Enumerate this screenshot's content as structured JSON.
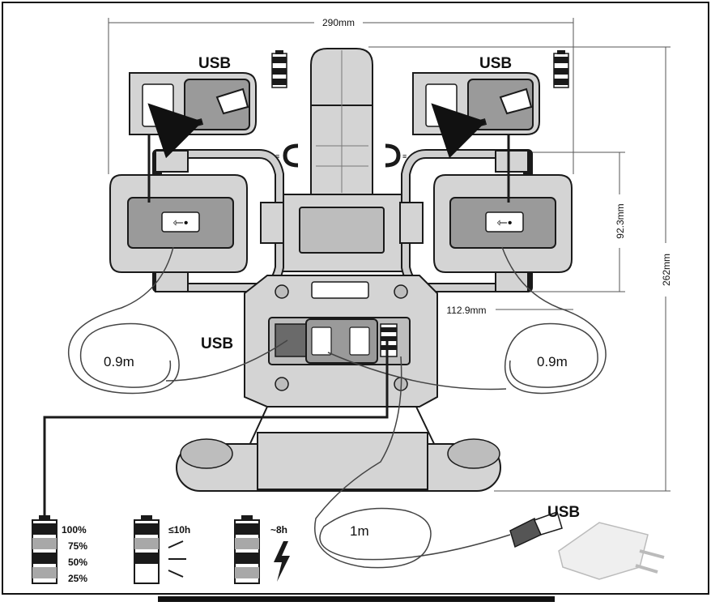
{
  "dimensions": {
    "width_top": "290mm",
    "height_right": "262mm",
    "height_side": "92.3mm",
    "width_side": "112.9mm"
  },
  "labels": {
    "usb_top_left": "USB",
    "usb_top_right": "USB",
    "usb_hub": "USB",
    "usb_charger": "USB"
  },
  "cables": {
    "left": "0.9m",
    "right": "0.9m",
    "main": "1m"
  },
  "battery_levels": [
    "100%",
    "75%",
    "50%",
    "25%"
  ],
  "runtime": {
    "work": "≤10h",
    "charge": "~8h"
  },
  "colors": {
    "housing": "#d4d4d4",
    "housing_dark": "#9a9a9a",
    "outline": "#1a1a1a",
    "battery_gray": "#a8a8a8"
  }
}
